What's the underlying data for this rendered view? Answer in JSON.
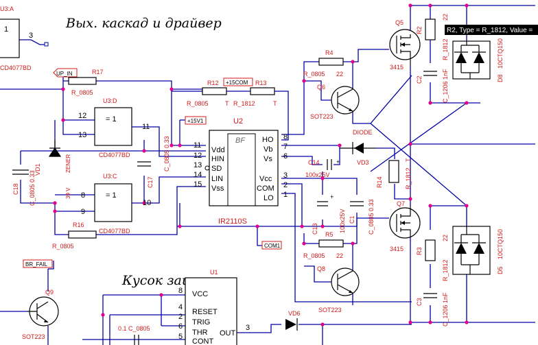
{
  "titles": {
    "output_stage": "Вых. каскад и драйвер",
    "protection": "Кусок защиты"
  },
  "tooltip": "R2, Type = R_1812, Value =",
  "nets": {
    "up_in": "UP_IN",
    "br_fail": "BR_FAIL",
    "plus15com": "+15COM",
    "plus15v1": "+15V1",
    "com1": "COM1"
  },
  "driver": {
    "ref": "U2",
    "part": "IR2110S",
    "inner": "BF",
    "left_pins": [
      {
        "num": "11",
        "name": "Vdd"
      },
      {
        "num": "12",
        "name": "HIN"
      },
      {
        "num": "13",
        "name": "SD"
      },
      {
        "num": "14",
        "name": "LIN"
      },
      {
        "num": "15",
        "name": "Vss"
      }
    ],
    "right_pins": [
      {
        "num": "8",
        "name": "HO"
      },
      {
        "num": "7",
        "name": "Vb"
      },
      {
        "num": "6",
        "name": "Vs"
      },
      {
        "num": "3",
        "name": "Vcc"
      },
      {
        "num": "2",
        "name": "COM"
      },
      {
        "num": "1",
        "name": "LO"
      }
    ]
  },
  "gates": [
    {
      "ref": "U3:D",
      "func": "= 1",
      "part": "CD4077BD",
      "in_a": "12",
      "in_b": "13",
      "out": "11"
    },
    {
      "ref": "U3:C",
      "func": "= 1",
      "part": "CD4077BD",
      "in_a": "8",
      "in_b": "9",
      "out": "10"
    }
  ],
  "top_gate": {
    "ref": "U3:A",
    "func": "1",
    "part": "CD4077BD",
    "out": "3"
  },
  "timer": {
    "ref": "U1",
    "pins": [
      {
        "num": "8",
        "name": "VCC"
      },
      {
        "num": "4",
        "name": "RESET"
      },
      {
        "num": "2",
        "name": "TRIG"
      },
      {
        "num": "6",
        "name": "THR"
      },
      {
        "num": "5",
        "name": "CONT"
      }
    ],
    "out_num": "3",
    "out_name": "OUT"
  },
  "resistors": {
    "r17": {
      "ref": "R17",
      "value": "R_0805"
    },
    "r12": {
      "ref": "R12",
      "value": "R_0805",
      "extra": "T"
    },
    "r13": {
      "ref": "R13",
      "value": "R_1812",
      "extra": "T"
    },
    "r16": {
      "ref": "R16",
      "value": "R_0805"
    },
    "r4": {
      "ref": "R4",
      "value": "R_0805",
      "extra": "22"
    },
    "r5": {
      "ref": "R5",
      "value": "R_0805",
      "extra": "22"
    },
    "r2": {
      "ref": "R2",
      "value": "R_1812",
      "extra": "22"
    },
    "r3": {
      "ref": "R3",
      "value": "R_1812",
      "extra": "22"
    },
    "r14": {
      "ref": "R14",
      "value": "R_1812",
      "extra": "T"
    }
  },
  "capacitors": {
    "c18": {
      "ref": "C18",
      "value": "C_0805 0.33"
    },
    "c17": {
      "ref": "C17",
      "value": "C_0805 0.33"
    },
    "c14": {
      "ref": "C14",
      "value": "100x25V"
    },
    "c13": {
      "ref": "C13",
      "value": "100x25V"
    },
    "c1": {
      "ref": "C1",
      "value": "C_0805 0.33"
    },
    "c2": {
      "ref": "C2",
      "value": "C_1206 1nF"
    },
    "c3": {
      "ref": "C3",
      "value": "C_1206 1nF"
    },
    "c_timer": {
      "value": "0.1 C_0805"
    }
  },
  "semis": {
    "vd1": {
      "ref": "VD1",
      "kind": "ZENER",
      "value": "39 V"
    },
    "vd3": {
      "ref": "VD3",
      "kind": "DIODE"
    },
    "vd6": {
      "ref": "VD6"
    },
    "q6": {
      "ref": "Q6",
      "pkg": "SOT223"
    },
    "q8": {
      "ref": "Q8",
      "pkg": "SOT223"
    },
    "q9": {
      "ref": "Q9",
      "pkg": "SOT223"
    },
    "q5": {
      "ref": "Q5",
      "part": "3415"
    },
    "q7": {
      "ref": "Q7",
      "part": "3415"
    },
    "d8": {
      "ref": "D8",
      "part": "10CTQ150"
    },
    "d5": {
      "ref": "D5",
      "part": "10CTQ150"
    }
  }
}
